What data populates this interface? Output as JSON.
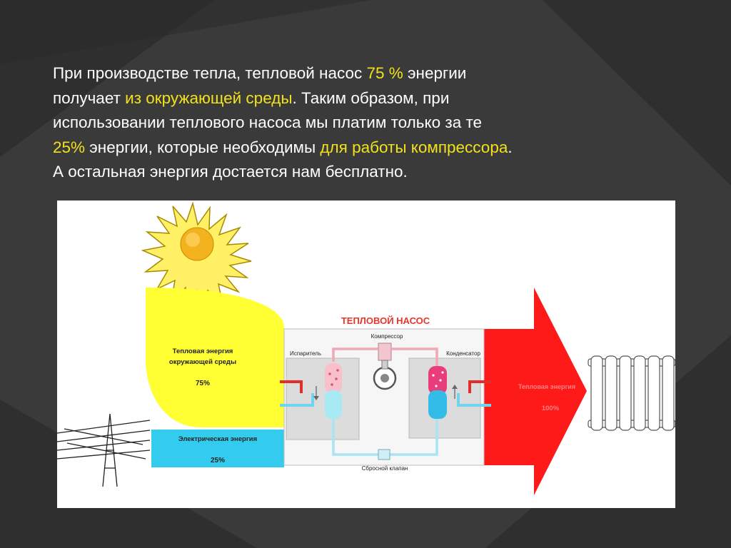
{
  "paragraph": {
    "line1_a": "При производстве тепла, тепловой насос ",
    "line1_hl": "75 %",
    "line1_b": " энергии",
    "line2_a": "получает ",
    "line2_hl": "из окружающей среды",
    "line2_b": ". Таким образом, при",
    "line3": "использовании теплового насоса мы платим только за те",
    "line4_hl": "25%",
    "line4_b": " энергии, которые необходимы ",
    "line4_hl2": "для работы компрессора",
    "line4_c": ".",
    "line5": "А остальная энергия достается нам бесплатно."
  },
  "diagram": {
    "title": "ТЕПЛОВОЙ НАСОС",
    "ambient_label_1": "Тепловая энергия",
    "ambient_label_2": "окружающей среды",
    "ambient_percent": "75%",
    "electric_label": "Электрическая энергия",
    "electric_percent": "25%",
    "output_label": "Тепловая энергия",
    "output_percent": "100%",
    "compressor_label": "Компрессор",
    "evaporator_label": "Испаритель",
    "condenser_label": "Конденсатор",
    "valve_label": "Сбросной клапан"
  },
  "colors": {
    "background": "#3a3a3a",
    "highlight": "#f2e11c",
    "ambient_yellow": "#ffff33",
    "electric_blue": "#33ccee",
    "output_red": "#ff1a1a",
    "title_red": "#e8352b"
  }
}
